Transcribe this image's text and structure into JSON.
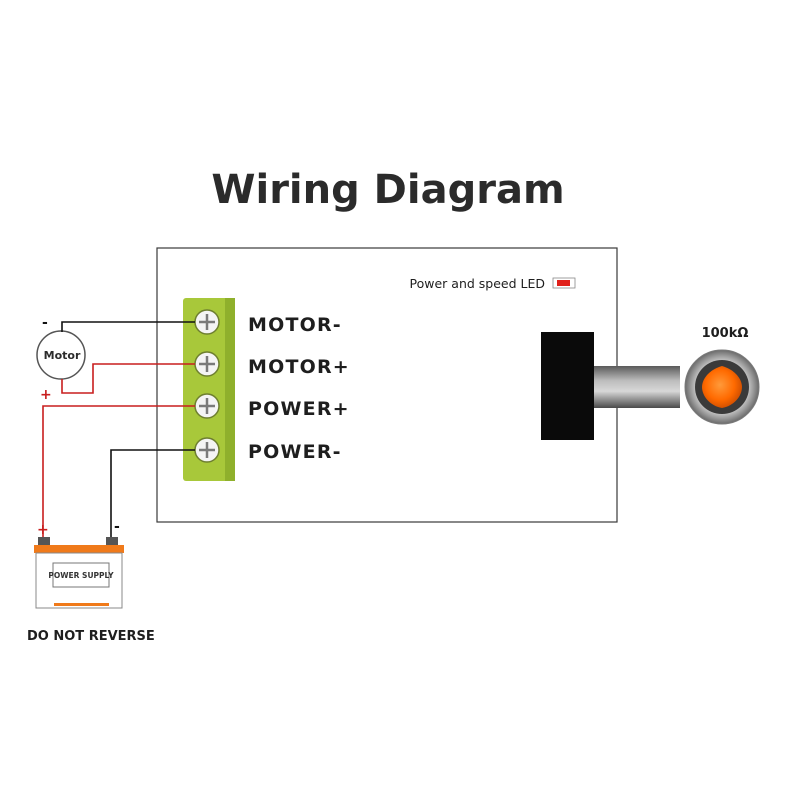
{
  "title": "Wiring Diagram",
  "led_label": "Power and speed LED",
  "terminals": [
    {
      "label": "MOTOR-"
    },
    {
      "label": "MOTOR+"
    },
    {
      "label": "POWER+"
    },
    {
      "label": "POWER-"
    }
  ],
  "potentiometer": {
    "label": "100kΩ"
  },
  "motor": {
    "label": "Motor",
    "minus": "-",
    "plus": "+"
  },
  "power_supply": {
    "label": "POWER SUPPLY",
    "plus": "+",
    "minus": "-"
  },
  "warning": "DO NOT REVERSE",
  "colors": {
    "terminal_block": "#a8c83a",
    "wire_black": "#111111",
    "wire_red": "#c81e1e",
    "knob_orange": "#ff6a00",
    "battery_orange": "#f07a1a"
  }
}
